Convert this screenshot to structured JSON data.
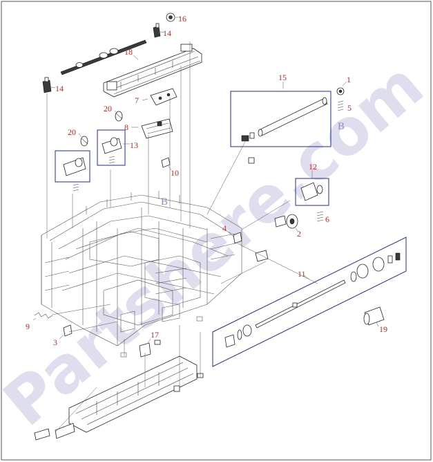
{
  "watermark": {
    "text": "Partshere.com",
    "color": "#3a3a9c"
  },
  "colors": {
    "callout": "#c8261d",
    "group_box": "#1c2a9c",
    "border": "#555555"
  },
  "location_marks": [
    {
      "id": "b1",
      "text": "B"
    },
    {
      "id": "b2",
      "text": "B"
    }
  ],
  "callouts": [
    {
      "id": "c16",
      "text": "16"
    },
    {
      "id": "c14a",
      "text": "14"
    },
    {
      "id": "c18",
      "text": "18"
    },
    {
      "id": "c14b",
      "text": "14"
    },
    {
      "id": "c15",
      "text": "15"
    },
    {
      "id": "c1",
      "text": "1"
    },
    {
      "id": "c5",
      "text": "5"
    },
    {
      "id": "c7",
      "text": "7"
    },
    {
      "id": "c20a",
      "text": "20"
    },
    {
      "id": "c8",
      "text": "8"
    },
    {
      "id": "c20b",
      "text": "20"
    },
    {
      "id": "c13",
      "text": "13"
    },
    {
      "id": "c10",
      "text": "10"
    },
    {
      "id": "c12",
      "text": "12"
    },
    {
      "id": "c6",
      "text": "6"
    },
    {
      "id": "c4",
      "text": "4"
    },
    {
      "id": "c2",
      "text": "2"
    },
    {
      "id": "c11",
      "text": "11"
    },
    {
      "id": "c19",
      "text": "19"
    },
    {
      "id": "c9",
      "text": "9"
    },
    {
      "id": "c3",
      "text": "3"
    },
    {
      "id": "c17",
      "text": "17"
    }
  ]
}
